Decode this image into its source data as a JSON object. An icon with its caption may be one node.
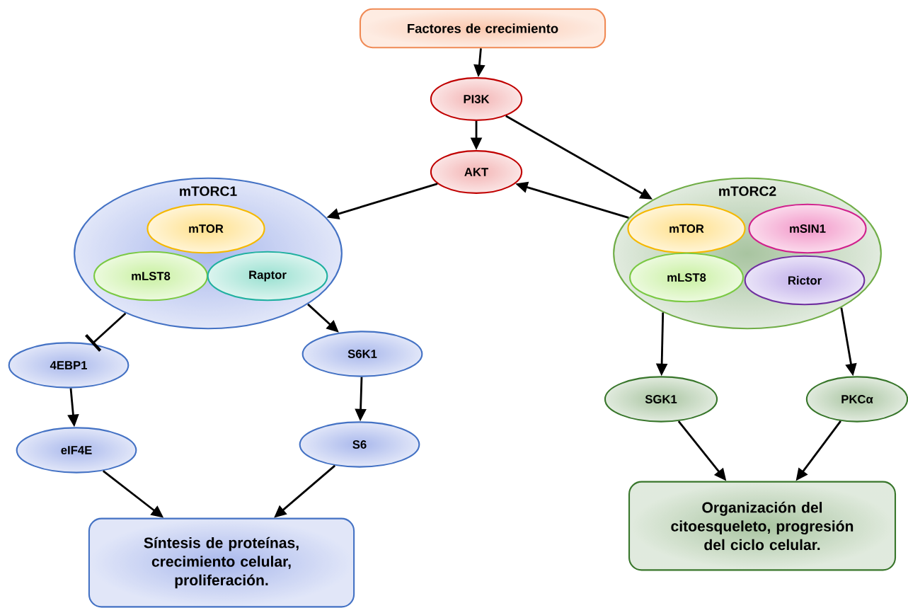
{
  "diagram": {
    "nodes": [
      {
        "text": [
          "Factores de crecimiento"
        ]
      },
      {
        "text": [
          "PI3K"
        ]
      },
      {
        "text": [
          "AKT"
        ]
      },
      {
        "text": [
          "mTORC1"
        ]
      },
      {
        "text": [
          "mTOR"
        ],
        "in": 3
      },
      {
        "text": [
          "mLST8"
        ],
        "in": 3
      },
      {
        "text": [
          "Raptor"
        ],
        "in": 3
      },
      {
        "text": [
          "mTORC2"
        ]
      },
      {
        "text": [
          "mTOR"
        ],
        "in": 7
      },
      {
        "text": [
          "mSIN1"
        ],
        "in": 7
      },
      {
        "text": [
          "mLST8"
        ],
        "in": 7
      },
      {
        "text": [
          "Rictor"
        ],
        "in": 7
      },
      {
        "text": [
          "4EBP1"
        ]
      },
      {
        "text": [
          "S6K1"
        ]
      },
      {
        "text": [
          "eIF4E"
        ]
      },
      {
        "text": [
          "S6"
        ]
      },
      {
        "text": [
          "Síntesis de proteínas, crecimiento celular, proliferación."
        ]
      },
      {
        "text": [
          "SGK1"
        ]
      },
      {
        "text": [
          "PKCα"
        ]
      },
      {
        "text": [
          "Organización del citoesqueleto, progresión del ciclo celular."
        ]
      }
    ],
    "edges": [
      {
        "from": 0,
        "to": 1,
        "arrow": "to"
      },
      {
        "from": 1,
        "to": 2,
        "arrow": "to"
      },
      {
        "from": 1,
        "to": 7,
        "arrow": "to"
      },
      {
        "from": 7,
        "to": 2,
        "arrow": "to"
      },
      {
        "from": 2,
        "to": 3,
        "arrow": "to"
      },
      {
        "from": 3,
        "to": 12,
        "arrow": "other"
      },
      {
        "from": 3,
        "to": 13,
        "arrow": "to"
      },
      {
        "from": 12,
        "to": 14,
        "arrow": "to"
      },
      {
        "from": 13,
        "to": 15,
        "arrow": "to"
      },
      {
        "from": 14,
        "to": 16,
        "arrow": "to"
      },
      {
        "from": 15,
        "to": 16,
        "arrow": "to"
      },
      {
        "from": 7,
        "to": 17,
        "arrow": "to"
      },
      {
        "from": 7,
        "to": 18,
        "arrow": "to"
      },
      {
        "from": 17,
        "to": 19,
        "arrow": "to"
      },
      {
        "from": 18,
        "to": 19,
        "arrow": "to"
      }
    ]
  }
}
